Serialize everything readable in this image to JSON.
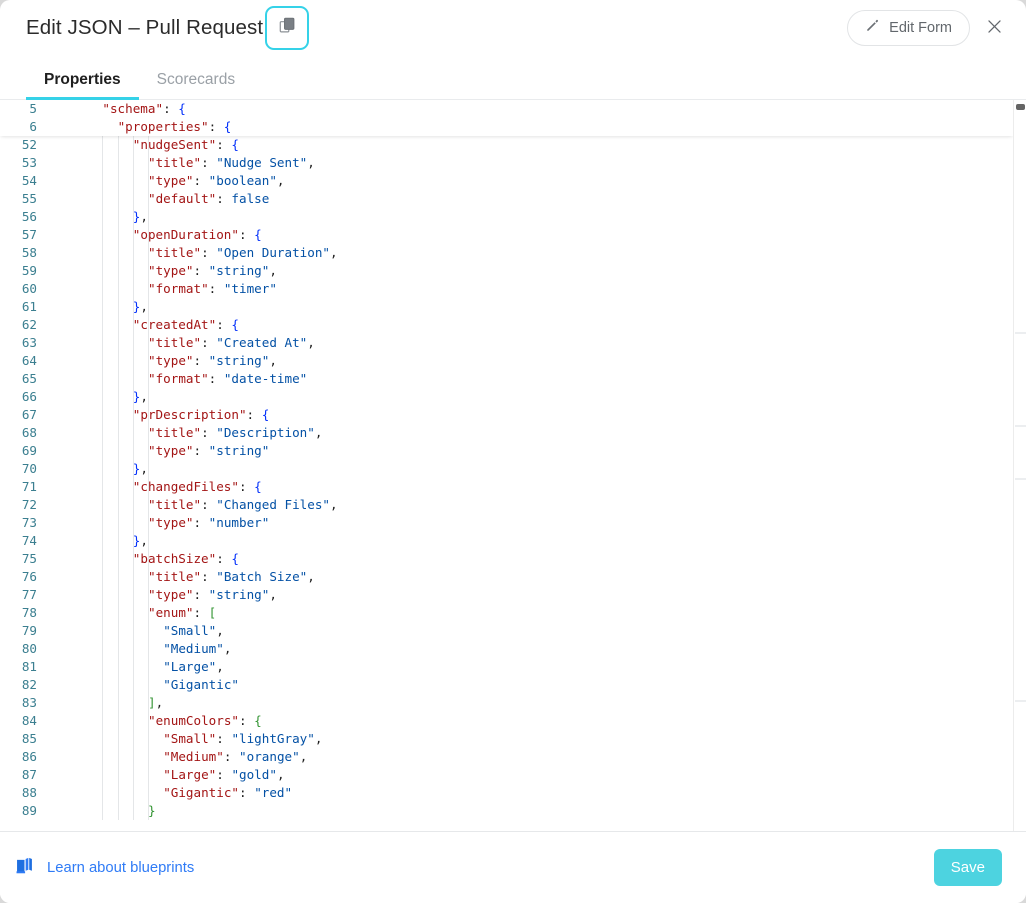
{
  "header": {
    "title": "Edit JSON – Pull Request",
    "copy_icon": "copy-icon",
    "edit_form_label": "Edit Form",
    "edit_form_icon": "pencil-icon",
    "close_icon": "close-icon"
  },
  "tabs": [
    {
      "label": "Properties",
      "active": true
    },
    {
      "label": "Scorecards",
      "active": false
    }
  ],
  "editor": {
    "sticky_lines": [
      {
        "num": "5",
        "indent": 4,
        "tokens": [
          {
            "t": "\"schema\"",
            "c": "k"
          },
          {
            "t": ": ",
            "c": "p"
          },
          {
            "t": "{",
            "c": "br"
          }
        ]
      },
      {
        "num": "6",
        "indent": 6,
        "tokens": [
          {
            "t": "\"properties\"",
            "c": "k"
          },
          {
            "t": ": ",
            "c": "p"
          },
          {
            "t": "{",
            "c": "br"
          }
        ]
      }
    ],
    "lines": [
      {
        "num": "52",
        "indent": 8,
        "tokens": [
          {
            "t": "\"nudgeSent\"",
            "c": "k"
          },
          {
            "t": ": ",
            "c": "p"
          },
          {
            "t": "{",
            "c": "br"
          }
        ]
      },
      {
        "num": "53",
        "indent": 10,
        "tokens": [
          {
            "t": "\"title\"",
            "c": "k"
          },
          {
            "t": ": ",
            "c": "p"
          },
          {
            "t": "\"Nudge Sent\"",
            "c": "s"
          },
          {
            "t": ",",
            "c": "p"
          }
        ]
      },
      {
        "num": "54",
        "indent": 10,
        "tokens": [
          {
            "t": "\"type\"",
            "c": "k"
          },
          {
            "t": ": ",
            "c": "p"
          },
          {
            "t": "\"boolean\"",
            "c": "s"
          },
          {
            "t": ",",
            "c": "p"
          }
        ]
      },
      {
        "num": "55",
        "indent": 10,
        "tokens": [
          {
            "t": "\"default\"",
            "c": "k"
          },
          {
            "t": ": ",
            "c": "p"
          },
          {
            "t": "false",
            "c": "s"
          }
        ]
      },
      {
        "num": "56",
        "indent": 8,
        "tokens": [
          {
            "t": "}",
            "c": "br"
          },
          {
            "t": ",",
            "c": "p"
          }
        ]
      },
      {
        "num": "57",
        "indent": 8,
        "tokens": [
          {
            "t": "\"openDuration\"",
            "c": "k"
          },
          {
            "t": ": ",
            "c": "p"
          },
          {
            "t": "{",
            "c": "br"
          }
        ]
      },
      {
        "num": "58",
        "indent": 10,
        "tokens": [
          {
            "t": "\"title\"",
            "c": "k"
          },
          {
            "t": ": ",
            "c": "p"
          },
          {
            "t": "\"Open Duration\"",
            "c": "s"
          },
          {
            "t": ",",
            "c": "p"
          }
        ]
      },
      {
        "num": "59",
        "indent": 10,
        "tokens": [
          {
            "t": "\"type\"",
            "c": "k"
          },
          {
            "t": ": ",
            "c": "p"
          },
          {
            "t": "\"string\"",
            "c": "s"
          },
          {
            "t": ",",
            "c": "p"
          }
        ]
      },
      {
        "num": "60",
        "indent": 10,
        "tokens": [
          {
            "t": "\"format\"",
            "c": "k"
          },
          {
            "t": ": ",
            "c": "p"
          },
          {
            "t": "\"timer\"",
            "c": "s"
          }
        ]
      },
      {
        "num": "61",
        "indent": 8,
        "tokens": [
          {
            "t": "}",
            "c": "br"
          },
          {
            "t": ",",
            "c": "p"
          }
        ]
      },
      {
        "num": "62",
        "indent": 8,
        "tokens": [
          {
            "t": "\"createdAt\"",
            "c": "k"
          },
          {
            "t": ": ",
            "c": "p"
          },
          {
            "t": "{",
            "c": "br"
          }
        ]
      },
      {
        "num": "63",
        "indent": 10,
        "tokens": [
          {
            "t": "\"title\"",
            "c": "k"
          },
          {
            "t": ": ",
            "c": "p"
          },
          {
            "t": "\"Created At\"",
            "c": "s"
          },
          {
            "t": ",",
            "c": "p"
          }
        ]
      },
      {
        "num": "64",
        "indent": 10,
        "tokens": [
          {
            "t": "\"type\"",
            "c": "k"
          },
          {
            "t": ": ",
            "c": "p"
          },
          {
            "t": "\"string\"",
            "c": "s"
          },
          {
            "t": ",",
            "c": "p"
          }
        ]
      },
      {
        "num": "65",
        "indent": 10,
        "tokens": [
          {
            "t": "\"format\"",
            "c": "k"
          },
          {
            "t": ": ",
            "c": "p"
          },
          {
            "t": "\"date-time\"",
            "c": "s"
          }
        ]
      },
      {
        "num": "66",
        "indent": 8,
        "tokens": [
          {
            "t": "}",
            "c": "br"
          },
          {
            "t": ",",
            "c": "p"
          }
        ]
      },
      {
        "num": "67",
        "indent": 8,
        "tokens": [
          {
            "t": "\"prDescription\"",
            "c": "k"
          },
          {
            "t": ": ",
            "c": "p"
          },
          {
            "t": "{",
            "c": "br"
          }
        ]
      },
      {
        "num": "68",
        "indent": 10,
        "tokens": [
          {
            "t": "\"title\"",
            "c": "k"
          },
          {
            "t": ": ",
            "c": "p"
          },
          {
            "t": "\"Description\"",
            "c": "s"
          },
          {
            "t": ",",
            "c": "p"
          }
        ]
      },
      {
        "num": "69",
        "indent": 10,
        "tokens": [
          {
            "t": "\"type\"",
            "c": "k"
          },
          {
            "t": ": ",
            "c": "p"
          },
          {
            "t": "\"string\"",
            "c": "s"
          }
        ]
      },
      {
        "num": "70",
        "indent": 8,
        "tokens": [
          {
            "t": "}",
            "c": "br"
          },
          {
            "t": ",",
            "c": "p"
          }
        ]
      },
      {
        "num": "71",
        "indent": 8,
        "tokens": [
          {
            "t": "\"changedFiles\"",
            "c": "k"
          },
          {
            "t": ": ",
            "c": "p"
          },
          {
            "t": "{",
            "c": "br"
          }
        ]
      },
      {
        "num": "72",
        "indent": 10,
        "tokens": [
          {
            "t": "\"title\"",
            "c": "k"
          },
          {
            "t": ": ",
            "c": "p"
          },
          {
            "t": "\"Changed Files\"",
            "c": "s"
          },
          {
            "t": ",",
            "c": "p"
          }
        ]
      },
      {
        "num": "73",
        "indent": 10,
        "tokens": [
          {
            "t": "\"type\"",
            "c": "k"
          },
          {
            "t": ": ",
            "c": "p"
          },
          {
            "t": "\"number\"",
            "c": "s"
          }
        ]
      },
      {
        "num": "74",
        "indent": 8,
        "tokens": [
          {
            "t": "}",
            "c": "br"
          },
          {
            "t": ",",
            "c": "p"
          }
        ]
      },
      {
        "num": "75",
        "indent": 8,
        "tokens": [
          {
            "t": "\"batchSize\"",
            "c": "k"
          },
          {
            "t": ": ",
            "c": "p"
          },
          {
            "t": "{",
            "c": "br"
          }
        ]
      },
      {
        "num": "76",
        "indent": 10,
        "tokens": [
          {
            "t": "\"title\"",
            "c": "k"
          },
          {
            "t": ": ",
            "c": "p"
          },
          {
            "t": "\"Batch Size\"",
            "c": "s"
          },
          {
            "t": ",",
            "c": "p"
          }
        ]
      },
      {
        "num": "77",
        "indent": 10,
        "tokens": [
          {
            "t": "\"type\"",
            "c": "k"
          },
          {
            "t": ": ",
            "c": "p"
          },
          {
            "t": "\"string\"",
            "c": "s"
          },
          {
            "t": ",",
            "c": "p"
          }
        ]
      },
      {
        "num": "78",
        "indent": 10,
        "tokens": [
          {
            "t": "\"enum\"",
            "c": "k"
          },
          {
            "t": ": ",
            "c": "p"
          },
          {
            "t": "[",
            "c": "bg"
          }
        ]
      },
      {
        "num": "79",
        "indent": 12,
        "tokens": [
          {
            "t": "\"Small\"",
            "c": "s"
          },
          {
            "t": ",",
            "c": "p"
          }
        ]
      },
      {
        "num": "80",
        "indent": 12,
        "tokens": [
          {
            "t": "\"Medium\"",
            "c": "s"
          },
          {
            "t": ",",
            "c": "p"
          }
        ]
      },
      {
        "num": "81",
        "indent": 12,
        "tokens": [
          {
            "t": "\"Large\"",
            "c": "s"
          },
          {
            "t": ",",
            "c": "p"
          }
        ]
      },
      {
        "num": "82",
        "indent": 12,
        "tokens": [
          {
            "t": "\"Gigantic\"",
            "c": "s"
          }
        ]
      },
      {
        "num": "83",
        "indent": 10,
        "tokens": [
          {
            "t": "]",
            "c": "bg"
          },
          {
            "t": ",",
            "c": "p"
          }
        ]
      },
      {
        "num": "84",
        "indent": 10,
        "tokens": [
          {
            "t": "\"enumColors\"",
            "c": "k"
          },
          {
            "t": ": ",
            "c": "p"
          },
          {
            "t": "{",
            "c": "bg"
          }
        ]
      },
      {
        "num": "85",
        "indent": 12,
        "tokens": [
          {
            "t": "\"Small\"",
            "c": "k"
          },
          {
            "t": ": ",
            "c": "p"
          },
          {
            "t": "\"lightGray\"",
            "c": "s"
          },
          {
            "t": ",",
            "c": "p"
          }
        ]
      },
      {
        "num": "86",
        "indent": 12,
        "tokens": [
          {
            "t": "\"Medium\"",
            "c": "k"
          },
          {
            "t": ": ",
            "c": "p"
          },
          {
            "t": "\"orange\"",
            "c": "s"
          },
          {
            "t": ",",
            "c": "p"
          }
        ]
      },
      {
        "num": "87",
        "indent": 12,
        "tokens": [
          {
            "t": "\"Large\"",
            "c": "k"
          },
          {
            "t": ": ",
            "c": "p"
          },
          {
            "t": "\"gold\"",
            "c": "s"
          },
          {
            "t": ",",
            "c": "p"
          }
        ]
      },
      {
        "num": "88",
        "indent": 12,
        "tokens": [
          {
            "t": "\"Gigantic\"",
            "c": "k"
          },
          {
            "t": ": ",
            "c": "p"
          },
          {
            "t": "\"red\"",
            "c": "s"
          }
        ]
      },
      {
        "num": "89",
        "indent": 10,
        "tokens": [
          {
            "t": "}",
            "c": "bg"
          }
        ]
      }
    ],
    "indent_guide_columns": [
      4,
      6,
      8,
      10
    ],
    "scrollbar": {
      "thumb_top_pct": 1,
      "thumb_height_pct": 1
    }
  },
  "footer": {
    "learn_link_label": "Learn about blueprints",
    "learn_link_icon": "book-icon",
    "save_label": "Save"
  },
  "colors": {
    "accent": "#35d2e8",
    "save_bg": "#4dd3e0",
    "link": "#2f7bf6",
    "key": "#a31515",
    "string": "#0451a5",
    "brace_blue": "#0431fa",
    "brace_green": "#319331",
    "line_number": "#3b7f90"
  }
}
